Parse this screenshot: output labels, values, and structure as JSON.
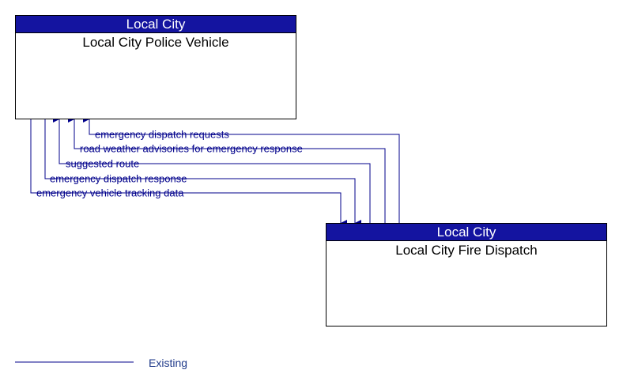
{
  "colors": {
    "header": "#1414a0",
    "flow": "#00008b",
    "legend_text": "#1f3a8a"
  },
  "nodes": {
    "police": {
      "category": "Local City",
      "name": "Local City Police Vehicle"
    },
    "dispatch": {
      "category": "Local City",
      "name": "Local City Fire Dispatch"
    }
  },
  "flows": [
    {
      "label": "emergency dispatch requests",
      "direction": "to-police"
    },
    {
      "label": "road weather advisories for emergency response",
      "direction": "to-police"
    },
    {
      "label": "suggested route",
      "direction": "to-police"
    },
    {
      "label": "emergency dispatch response",
      "direction": "to-dispatch"
    },
    {
      "label": "emergency vehicle tracking data",
      "direction": "to-dispatch"
    }
  ],
  "legend": {
    "label": "Existing"
  }
}
